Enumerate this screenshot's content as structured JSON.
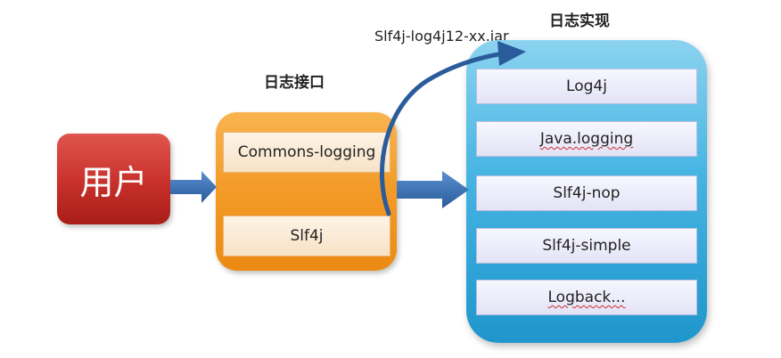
{
  "user": {
    "label": "用户"
  },
  "interface": {
    "title": "日志接口",
    "items": [
      "Commons-logging",
      "Slf4j"
    ]
  },
  "implementation": {
    "title": "日志实现",
    "items": [
      "Log4j",
      "Java.logging",
      "Slf4j-nop",
      "Slf4j-simple",
      "Logback..."
    ]
  },
  "bridge": {
    "label": "Slf4j-log4j12-xx.jar"
  },
  "colors": {
    "user": "#c8302a",
    "interface": "#f39a27",
    "implementation": "#45b4e2",
    "arrow": "#2a5b9a"
  }
}
